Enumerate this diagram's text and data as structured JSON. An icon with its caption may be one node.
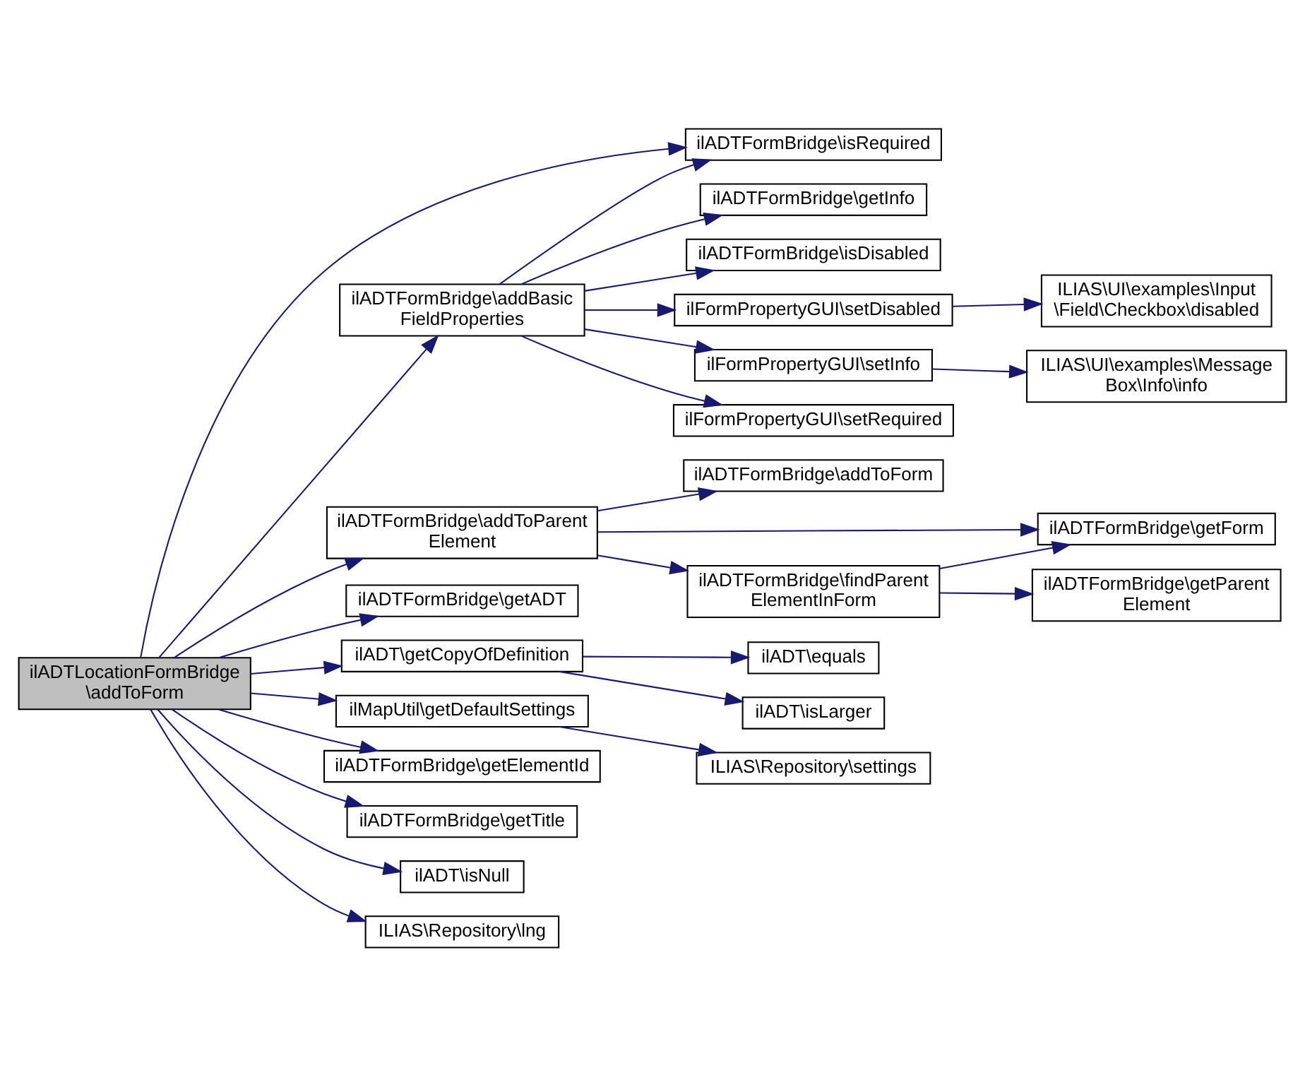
{
  "diagram": {
    "nodes": [
      {
        "text": [
          "ilADTLocationFormBridge \\addToForm"
        ]
      },
      {
        "text": [
          "ilADTFormBridge\\addBasic FieldProperties"
        ]
      },
      {
        "text": [
          "ilADTFormBridge\\addToParent Element"
        ]
      },
      {
        "text": [
          "ilADTFormBridge\\getADT"
        ]
      },
      {
        "text": [
          "ilADT\\getCopyOfDefinition"
        ]
      },
      {
        "text": [
          "ilMapUtil\\getDefaultSettings"
        ]
      },
      {
        "text": [
          "ilADTFormBridge\\getElementId"
        ]
      },
      {
        "text": [
          "ilADTFormBridge\\getTitle"
        ]
      },
      {
        "text": [
          "ilADT\\isNull"
        ]
      },
      {
        "text": [
          "ILIAS\\Repository\\lng"
        ]
      },
      {
        "text": [
          "ilADTFormBridge\\isRequired"
        ]
      },
      {
        "text": [
          "ilADTFormBridge\\getInfo"
        ]
      },
      {
        "text": [
          "ilADTFormBridge\\isDisabled"
        ]
      },
      {
        "text": [
          "ilFormPropertyGUI\\setDisabled"
        ]
      },
      {
        "text": [
          "ilFormPropertyGUI\\setInfo"
        ]
      },
      {
        "text": [
          "ilFormPropertyGUI\\setRequired"
        ]
      },
      {
        "text": [
          "ilADTFormBridge\\addToForm"
        ]
      },
      {
        "text": [
          "ilADTFormBridge\\findParent ElementInForm"
        ]
      },
      {
        "text": [
          "ilADT\\equals"
        ]
      },
      {
        "text": [
          "ilADT\\isLarger"
        ]
      },
      {
        "text": [
          "ILIAS\\Repository\\settings"
        ]
      },
      {
        "text": [
          "ILIAS\\UI\\examples\\Input \\Field\\Checkbox\\disabled"
        ]
      },
      {
        "text": [
          "ILIAS\\UI\\examples\\Message Box\\Info\\info"
        ]
      },
      {
        "text": [
          "ilADTFormBridge\\getForm"
        ]
      },
      {
        "text": [
          "ilADTFormBridge\\getParent Element"
        ]
      }
    ],
    "edges": [
      {
        "from": 0,
        "to": 10,
        "arrow": "to"
      },
      {
        "from": 0,
        "to": 1,
        "arrow": "to"
      },
      {
        "from": 0,
        "to": 2,
        "arrow": "to"
      },
      {
        "from": 0,
        "to": 3,
        "arrow": "to"
      },
      {
        "from": 0,
        "to": 4,
        "arrow": "to"
      },
      {
        "from": 0,
        "to": 5,
        "arrow": "to"
      },
      {
        "from": 0,
        "to": 6,
        "arrow": "to"
      },
      {
        "from": 0,
        "to": 7,
        "arrow": "to"
      },
      {
        "from": 0,
        "to": 8,
        "arrow": "to"
      },
      {
        "from": 0,
        "to": 9,
        "arrow": "to"
      },
      {
        "from": 1,
        "to": 10,
        "arrow": "to"
      },
      {
        "from": 1,
        "to": 11,
        "arrow": "to"
      },
      {
        "from": 1,
        "to": 12,
        "arrow": "to"
      },
      {
        "from": 1,
        "to": 13,
        "arrow": "to"
      },
      {
        "from": 1,
        "to": 14,
        "arrow": "to"
      },
      {
        "from": 1,
        "to": 15,
        "arrow": "to"
      },
      {
        "from": 2,
        "to": 16,
        "arrow": "to"
      },
      {
        "from": 2,
        "to": 23,
        "arrow": "to"
      },
      {
        "from": 2,
        "to": 17,
        "arrow": "to"
      },
      {
        "from": 4,
        "to": 18,
        "arrow": "to"
      },
      {
        "from": 4,
        "to": 19,
        "arrow": "to"
      },
      {
        "from": 5,
        "to": 20,
        "arrow": "to"
      },
      {
        "from": 13,
        "to": 21,
        "arrow": "to"
      },
      {
        "from": 14,
        "to": 22,
        "arrow": "to"
      },
      {
        "from": 17,
        "to": 23,
        "arrow": "to"
      },
      {
        "from": 17,
        "to": 24,
        "arrow": "to"
      }
    ]
  }
}
